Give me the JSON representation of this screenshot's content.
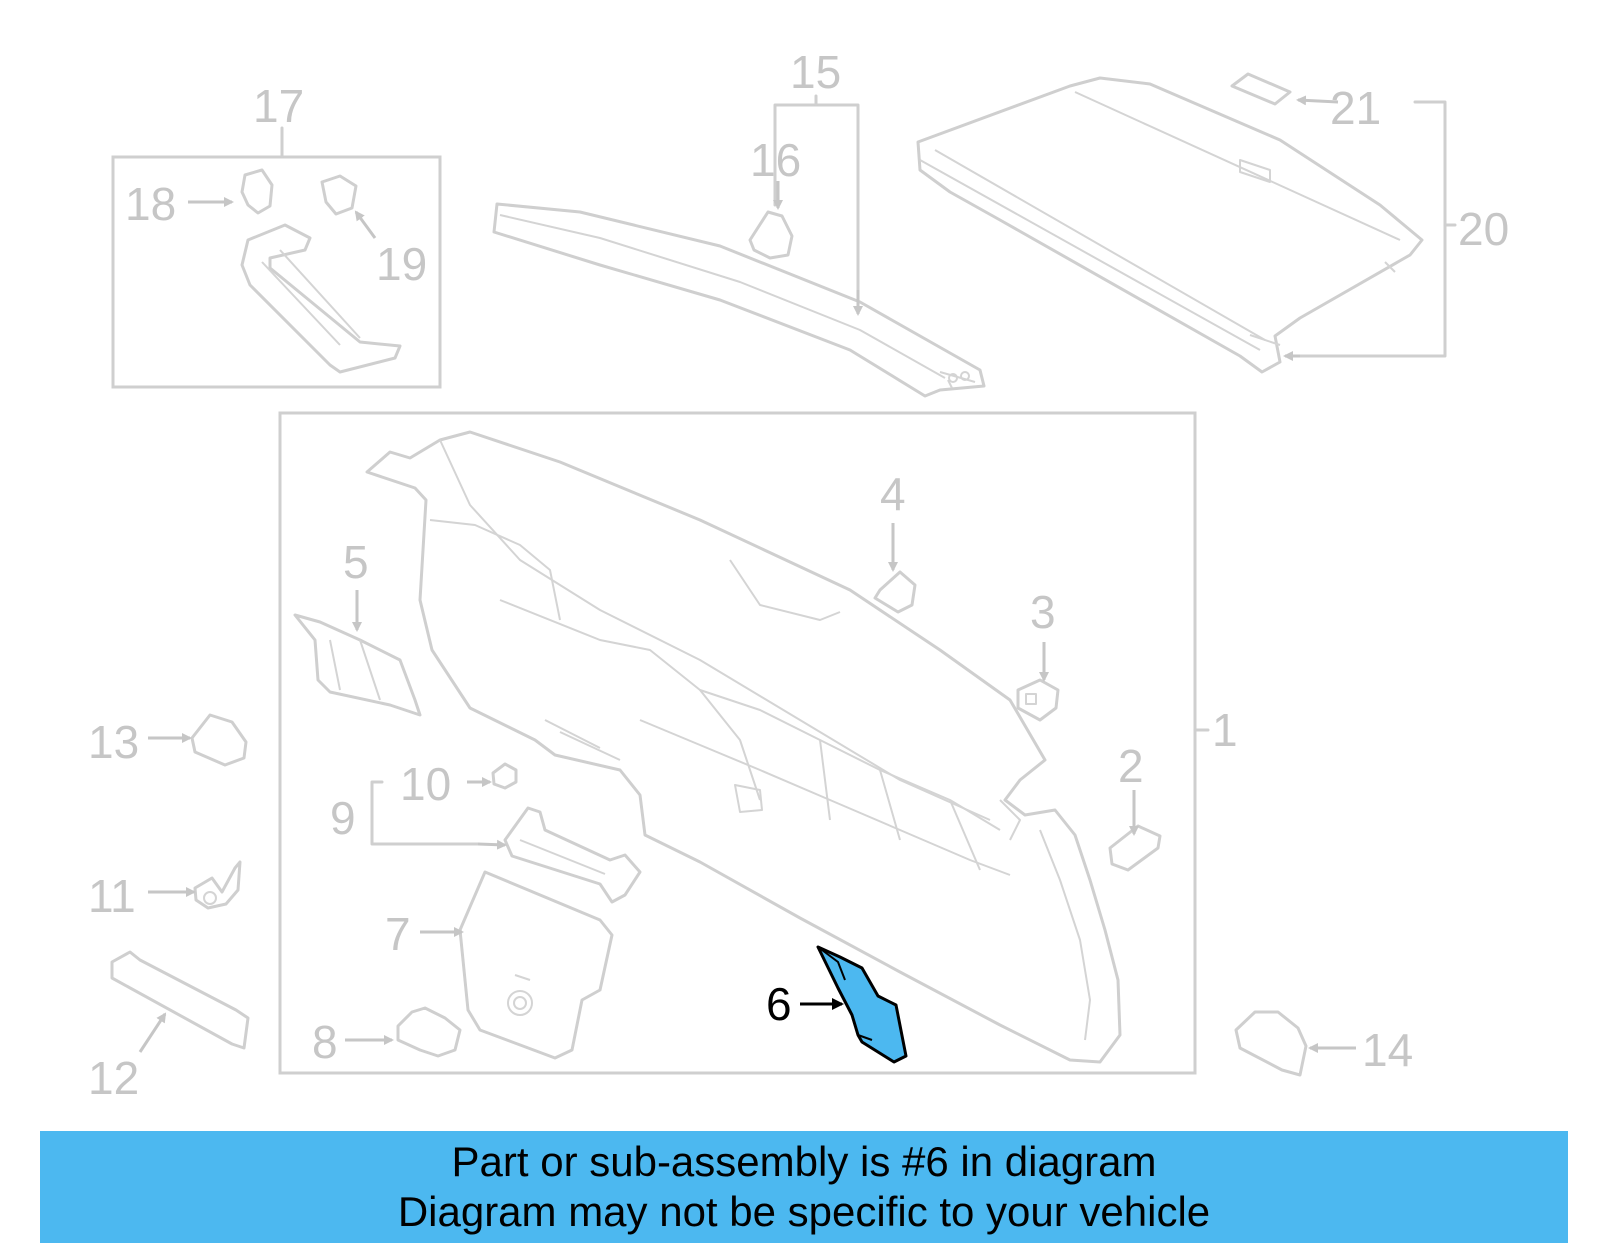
{
  "diagram": {
    "callouts": {
      "c1": "1",
      "c2": "2",
      "c3": "3",
      "c4": "4",
      "c5": "5",
      "c6": "6",
      "c7": "7",
      "c8": "8",
      "c9": "9",
      "c10": "10",
      "c11": "11",
      "c12": "12",
      "c13": "13",
      "c14": "14",
      "c15": "15",
      "c16": "16",
      "c17": "17",
      "c18": "18",
      "c19": "19",
      "c20": "20",
      "c21": "21"
    },
    "highlighted_part": "6",
    "highlight_color": "#4cb8f0"
  },
  "banner": {
    "line1": "Part or sub-assembly is #6 in diagram",
    "line2": "Diagram may not be specific to your vehicle",
    "background": "#4cb8f0"
  }
}
